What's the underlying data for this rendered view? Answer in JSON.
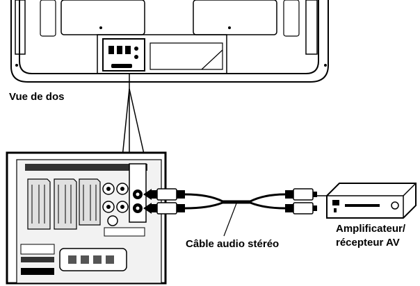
{
  "labels": {
    "back_view": "Vue de dos",
    "cable": "Câble audio stéréo",
    "amplifier_line1": "Amplificateur/",
    "amplifier_line2": "récepteur AV"
  },
  "colors": {
    "line": "#000000",
    "panel_grey": "#e6e6e6",
    "dark": "#1a1a1a"
  }
}
